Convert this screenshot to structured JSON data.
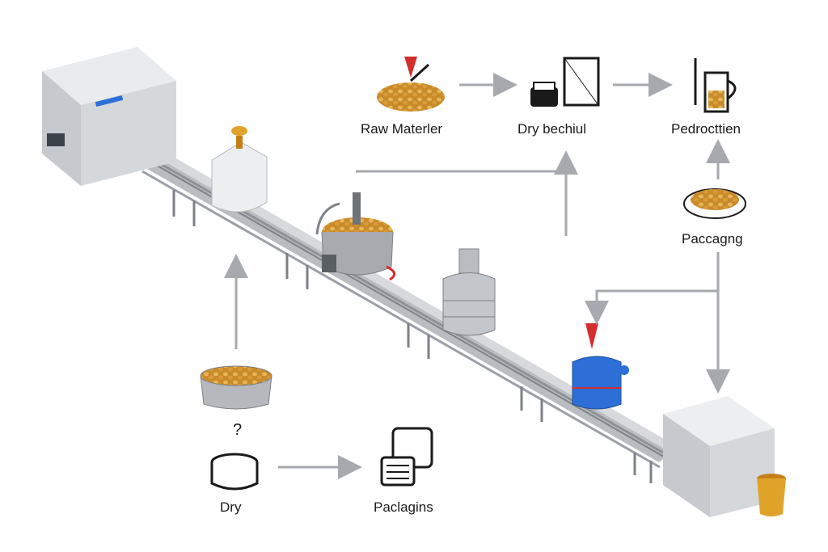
{
  "labels": {
    "raw_material": "Raw Materler",
    "dry_chute": "Dry bechiul",
    "production": "Pedrocttien",
    "packaging_right": "Paccagng",
    "dry": "Dry",
    "packaging_left": "Paclagins"
  },
  "colors": {
    "background": "#ffffff",
    "conveyor": "#9aa0a6",
    "arrow": "#a6a9ad",
    "grain": "#d9a441",
    "accent_red": "#d62d2d",
    "accent_blue": "#2d6fd6",
    "bucket": "#e0a32a"
  },
  "icons": [
    "grain-pile-icon",
    "dryer-icon",
    "jug-icon",
    "plate-icon",
    "pot-icon",
    "drum-icon",
    "package-icon",
    "bucket-icon"
  ]
}
